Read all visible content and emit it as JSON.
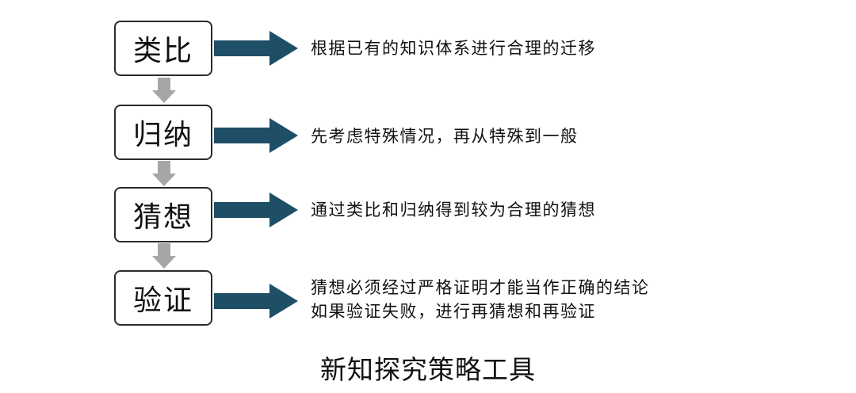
{
  "colors": {
    "arrow_fill": "#1f4e67",
    "down_arrow_fill": "#a6a6a6",
    "box_border": "#2b2b2b"
  },
  "steps": [
    {
      "label": "类比",
      "description": [
        "根据已有的知识体系进行合理的迁移"
      ]
    },
    {
      "label": "归纳",
      "description": [
        "先考虑特殊情况，再从特殊到一般"
      ]
    },
    {
      "label": "猜想",
      "description": [
        "通过类比和归纳得到较为合理的猜想"
      ]
    },
    {
      "label": "验证",
      "description": [
        "猜想必须经过严格证明才能当作正确的结论",
        "如果验证失败，进行再猜想和再验证"
      ]
    }
  ],
  "caption": "新知探究策略工具"
}
